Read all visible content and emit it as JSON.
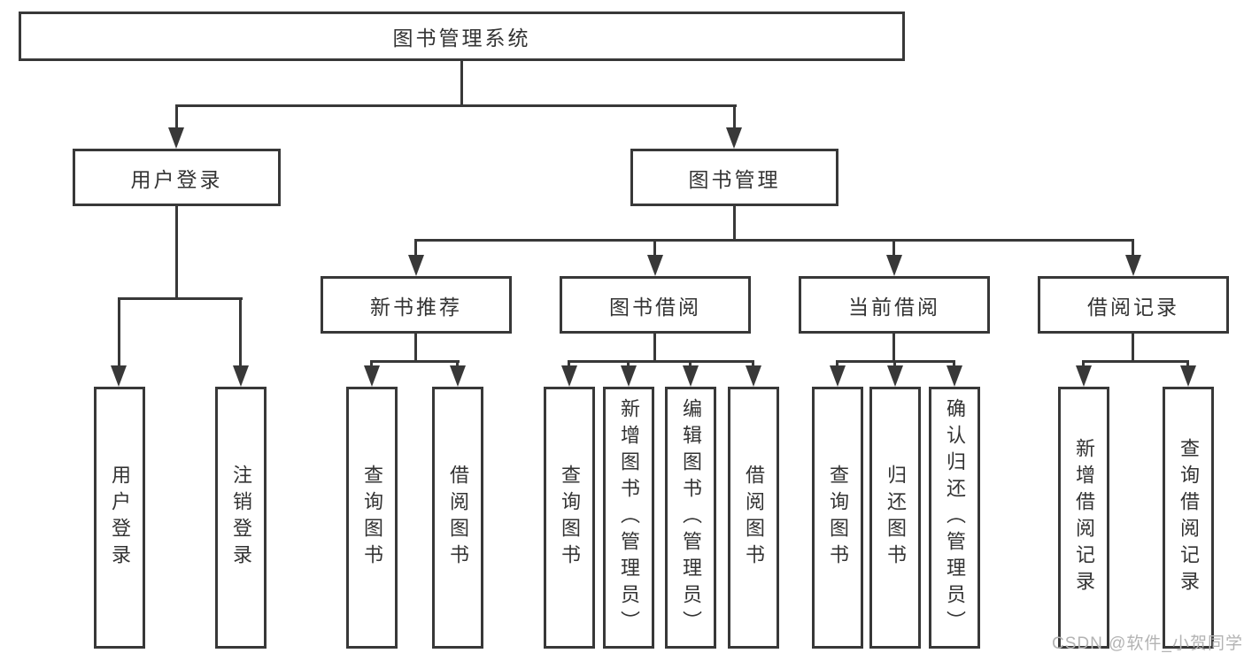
{
  "title": "图书管理系统",
  "watermark": "CSDN @软件_小贺同学",
  "colors": {
    "line": "#383838",
    "text": "#333333",
    "watermark": "#b3b3b3",
    "background": "#ffffff"
  },
  "chart_type": "hierarchy-diagram",
  "tree": {
    "root": "图书管理系统",
    "branches": [
      {
        "label": "用户登录",
        "children": [
          "用户登录",
          "注销登录"
        ]
      },
      {
        "label": "图书管理",
        "groups": [
          {
            "label": "新书推荐",
            "children": [
              "查询图书",
              "借阅图书"
            ]
          },
          {
            "label": "图书借阅",
            "children": [
              "查询图书",
              "新增图书（管理员）",
              "编辑图书（管理员）",
              "借阅图书"
            ]
          },
          {
            "label": "当前借阅",
            "children": [
              "查询图书",
              "归还图书",
              "确认归还（管理员）"
            ]
          },
          {
            "label": "借阅记录",
            "children": [
              "新增借阅记录",
              "查询借阅记录"
            ]
          }
        ]
      }
    ]
  }
}
